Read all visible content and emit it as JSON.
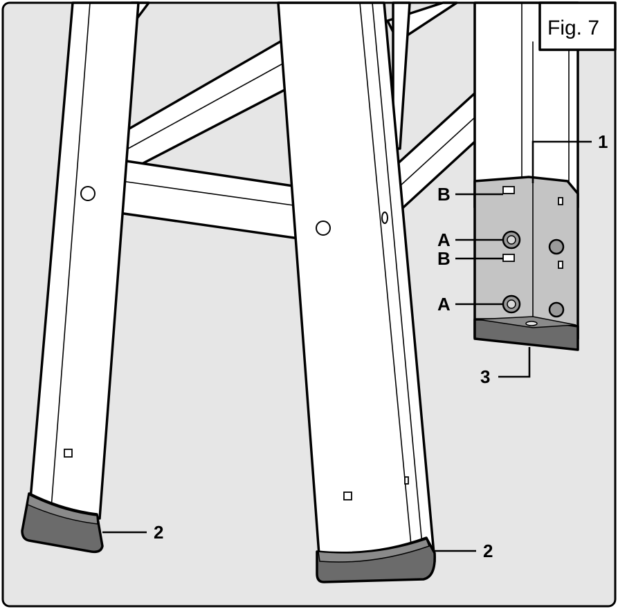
{
  "figure": {
    "label": "Fig. 7",
    "background_color": "#e6e6e6",
    "bracket_color": "#c4c4c4",
    "foot_color": "#6b6b6b"
  },
  "callouts": {
    "bracket": "1",
    "foot_left": "2",
    "foot_middle": "2",
    "plate": "3",
    "bolt_upper": "A",
    "bolt_lower": "A",
    "slot_upper": "B",
    "slot_lower": "B"
  }
}
